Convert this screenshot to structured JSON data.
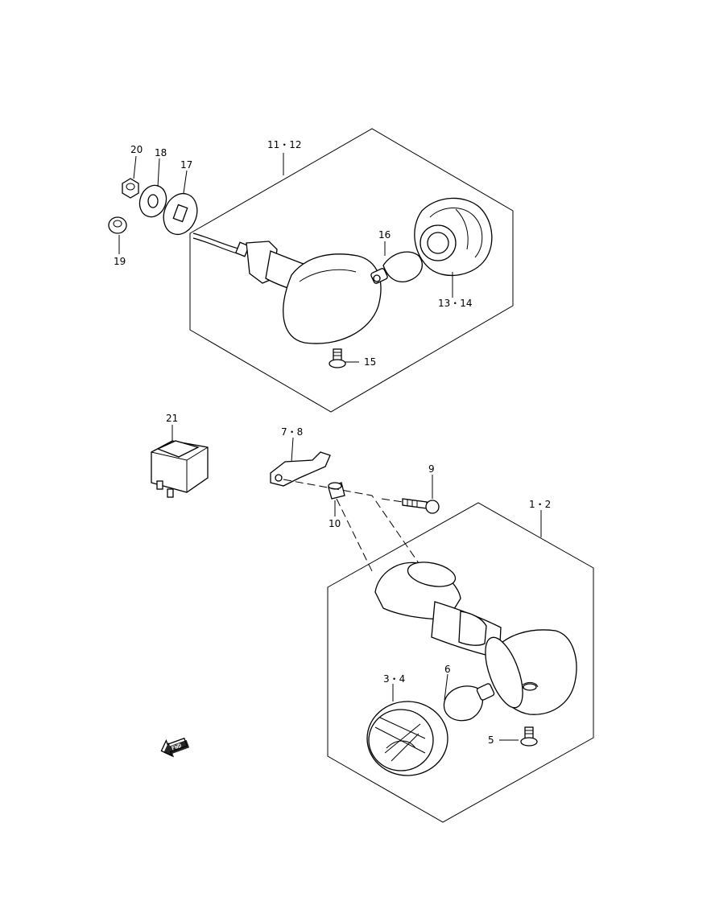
{
  "callouts": {
    "c11_12": "11・12",
    "c20": "20",
    "c18": "18",
    "c17": "17",
    "c19": "19",
    "c16": "16",
    "c13_14": "13・14",
    "c15": "15",
    "c21": "21",
    "c7_8": "7・8",
    "c9": "9",
    "c10": "10",
    "c1_2": "1・2",
    "c6": "6",
    "c3_4": "3・4",
    "c5": "5"
  },
  "fwd_badge": "FWD",
  "icons": [
    "forward-arrow-icon"
  ]
}
